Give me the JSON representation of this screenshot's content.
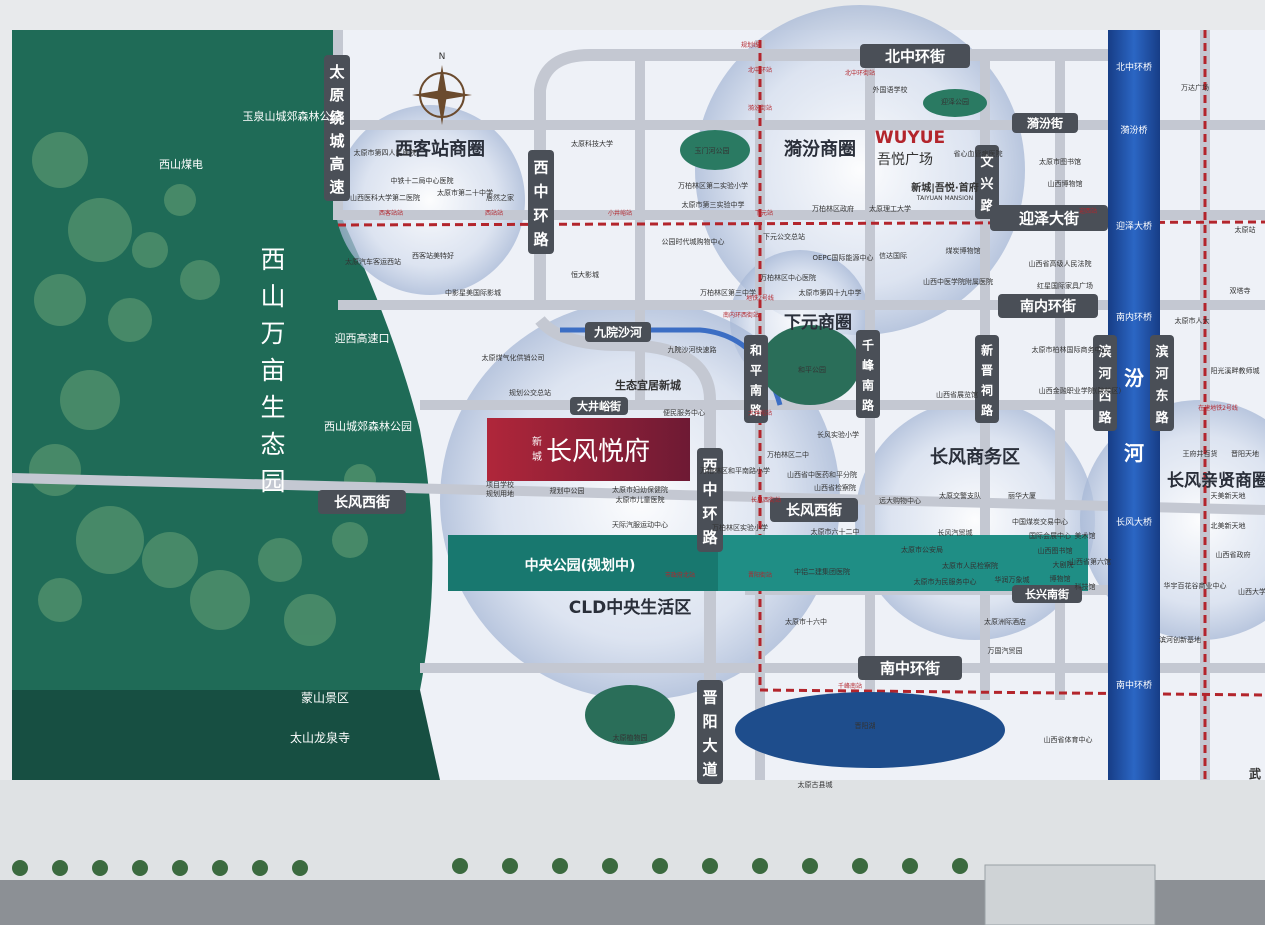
{
  "colors": {
    "green_park": "#1f6b57",
    "map_bg": "#eef1f7",
    "road": "#c9ccd4",
    "road_label_bg": "#4a4f57",
    "river": "#1d4fa8",
    "district_circle": "#c9d6ea",
    "rail": "#b3252c",
    "teal_park": "#1f8e85",
    "project_red": "#a9263a"
  },
  "west": {
    "vertical_title": [
      "西",
      "山",
      "万",
      "亩",
      "生",
      "态",
      "园"
    ],
    "pois": {
      "yuquan_park": "玉泉山城郊森林公园",
      "xishan_power": "西山煤电",
      "yingxi_exit": "迎西高速口",
      "xishan_park": "西山城郊森林公园",
      "mengshan": "蒙山景区",
      "longquan": "太山龙泉寺"
    }
  },
  "roads": {
    "taiyuan_ring_vertical": [
      "太",
      "原",
      "绕",
      "城",
      "高",
      "速"
    ],
    "bei_zhong_huan": "北中环街",
    "xi_zhong_huan_top": [
      "西",
      "中",
      "环",
      "路"
    ],
    "xi_zhong_huan_bottom": [
      "西",
      "中",
      "环",
      "路"
    ],
    "jiuyuan_river": "九院沙河",
    "jiuyuan_express": "九院沙河快速路",
    "dajingyu": "大井峪街",
    "changfeng_west": "长风西街",
    "changfeng_west_mid": "长风西街",
    "heping_south": [
      "和",
      "平",
      "南",
      "路"
    ],
    "qianfeng_south": [
      "千",
      "峰",
      "南",
      "路"
    ],
    "xinjinci": [
      "新",
      "晋",
      "祠",
      "路"
    ],
    "binhe_west": [
      "滨",
      "河",
      "西",
      "路"
    ],
    "binhe_east": [
      "滨",
      "河",
      "东",
      "路"
    ],
    "wenxing": [
      "文",
      "兴",
      "路"
    ],
    "jinfen": "漪汾街",
    "yingze": "迎泽大街",
    "nannei_huan": "南内环街",
    "changxing": "长兴南街",
    "nan_zhong_huan": "南中环街",
    "jinyang": [
      "晋",
      "阳",
      "大",
      "道"
    ]
  },
  "river": {
    "fen_he": [
      "汾",
      "河"
    ],
    "bridges": {
      "bei_zhong_huan_bridge": "北中环桥",
      "jinfen_bridge": "漪汾桥",
      "yingze_bridge": "迎泽大桥",
      "nannei_bridge": "南内环桥",
      "changfeng_bridge": "长风大桥",
      "nanzhonghuan_bridge": "南中环桥"
    }
  },
  "districts": {
    "xikezhan": "西客站商圈",
    "jinfen": "漪汾商圈",
    "xiayuan": "下元商圈",
    "changfeng": "长风商务区",
    "changfeng_east": "长风亲贤商圈",
    "cld": "CLD中央生活区"
  },
  "project": {
    "prefix_top": "新",
    "prefix_bottom": "城",
    "name": "长风悦府",
    "school": "项目学校",
    "school_2": "规划用地",
    "eco_city": "生态宜居新城",
    "planned_park": "中央公园(规划中)"
  },
  "wuyue": {
    "logo": "WUYUE",
    "name": "吾悦广场",
    "mansion": "新城|吾悦·首府",
    "mansion_en": "TAIYUAN MANSION"
  },
  "pois": {
    "hospital4": "太原市第四人民医院",
    "shanxi_med": "山西医科大学第二医院",
    "ty_20mid": "太原市第二十中学",
    "rail12": "中铁十二局中心医院",
    "juhui": "居然之家",
    "bus_station": "太原汽车客运西站",
    "xike_mall": "西客站美特好",
    "zhongying": "中影星美国际影城",
    "ty_keji": "太原科技大学",
    "yumen_park": "玉门河公园",
    "wanbailin_2": "万柏林区第二实验小学",
    "ty_3mid": "太原市第三实验中学",
    "gongyuan": "公园时代城购物中心",
    "wanbailin_3mid": "万柏林区第三中学",
    "hengda": "恒大影城",
    "waiguoyu": "外国语学校",
    "yuquan_park": "迎泽公园",
    "ty_ligong": "太原理工大学",
    "provincial_hospital": "省心血管病医院",
    "wanbailin_gov": "万柏林区政府",
    "library": "太原市图书馆",
    "museum": "山西博物馆",
    "xiayuan_bus": "下元公交总站",
    "oepc": "OEPC国际能源中心",
    "xinda": "信达国际",
    "coal_museum": "煤炭博物馆",
    "wanbailin_hospital": "万柏林区中心医院",
    "ty_49mid": "太原市第四十九中学",
    "shanxi_court": "山西省高级人民法院",
    "zhongyi_hospital": "山西中医学院附属医院",
    "hongqi": "红星国际家具广场",
    "taiyuan_station": "太原站",
    "shuangta": "双塔寺",
    "ty_zhongji": "太原市人大",
    "gas": "太原煤气化供销公司",
    "bus_depot": "规划公交总站",
    "bianmin": "便民服务中心",
    "plan_middle": "规划中公园",
    "heping_park": "和平公园",
    "changfeng_primary": "长风实验小学",
    "wanbailin_2nd_mid": "万柏林区二中",
    "heping_primary": "万柏林区和平南路小学",
    "shanxi_tcm": "山西省中医药和平分院",
    "shanxi_inspection": "山西省检察院",
    "yuanda": "远大购物中心",
    "traffic_police": "太原交警支队",
    "lixin": "丽华大厦",
    "fuyou": "太原市妇幼保健院",
    "children_hospital": "太原市儿童医院",
    "tianji": "天际汽服运动中心",
    "shiyan_primary": "万柏林区实验小学",
    "ty_62mid": "太原市六十二中",
    "changfeng_car": "长风汽贸城",
    "tyzxgw": "太原市公安局",
    "tyfy": "太原市人民检察院",
    "zhongji": "中铝二建集团医院",
    "shimin": "太原市为民服务中心",
    "huarun": "华润万象城",
    "coal_center": "中国煤炭交易中心",
    "intl_conf": "国际会展中心",
    "sx_library": "山西图书馆",
    "big_theater": "大剧院",
    "sx_museum": "博物馆",
    "art_museum": "美术馆",
    "yiyuan": "山西省第六馆",
    "tech_museum": "科技馆",
    "ty_16mid": "太原市十六中",
    "ty_hotel": "太原洲际酒店",
    "wanguo": "万国汽贸园",
    "zizhi_lib": "太原市柏林国际商务中心",
    "shanxi_finance": "山西金融职业学院(院校区)",
    "shanxi_hall": "山西省展览馆",
    "fangsheng": "太原植物园",
    "jinyang_lake": "晋阳湖",
    "ancient": "太原古县城",
    "sports_center": "山西省体育中心",
    "yanghuang": "阳光溪畔教师城",
    "tianmei": "天美新天地",
    "beimei": "北美新天地",
    "shanxi_gov": "山西省政府",
    "huayu": "华宇百花谷商业中心",
    "shanxi_uni": "山西大学",
    "binhe_base": "滨河创新基地",
    "wanda": "万达广场",
    "xiaotian": "王府井百货",
    "jinxian": "晋阳天地",
    "wu": "武"
  },
  "metro_stations": {
    "beizhonghuan_st": "北中环站",
    "jinfen_st": "漪汾街站",
    "xikezhan_st": "西客站站",
    "xikezhan_st2": "西站站",
    "xiaojing_st": "小井峪站",
    "xiayuan_st": "下元站",
    "yingze_st": "迎西站",
    "xiayuan2_st": "南内环西街站",
    "changfeng_st": "长风西街站",
    "dajingyu_st": "大井峪站",
    "jinyang_st": "晋阳街站",
    "nanzhonghuan_st": "千峰南站",
    "shinan_st": "市政府北站",
    "line_label": "地铁2号线",
    "line_label2": "规划线",
    "line_label3": "在建地铁2号线",
    "north_station": "北中环街站"
  },
  "legend": {
    "compass_n": "N"
  }
}
